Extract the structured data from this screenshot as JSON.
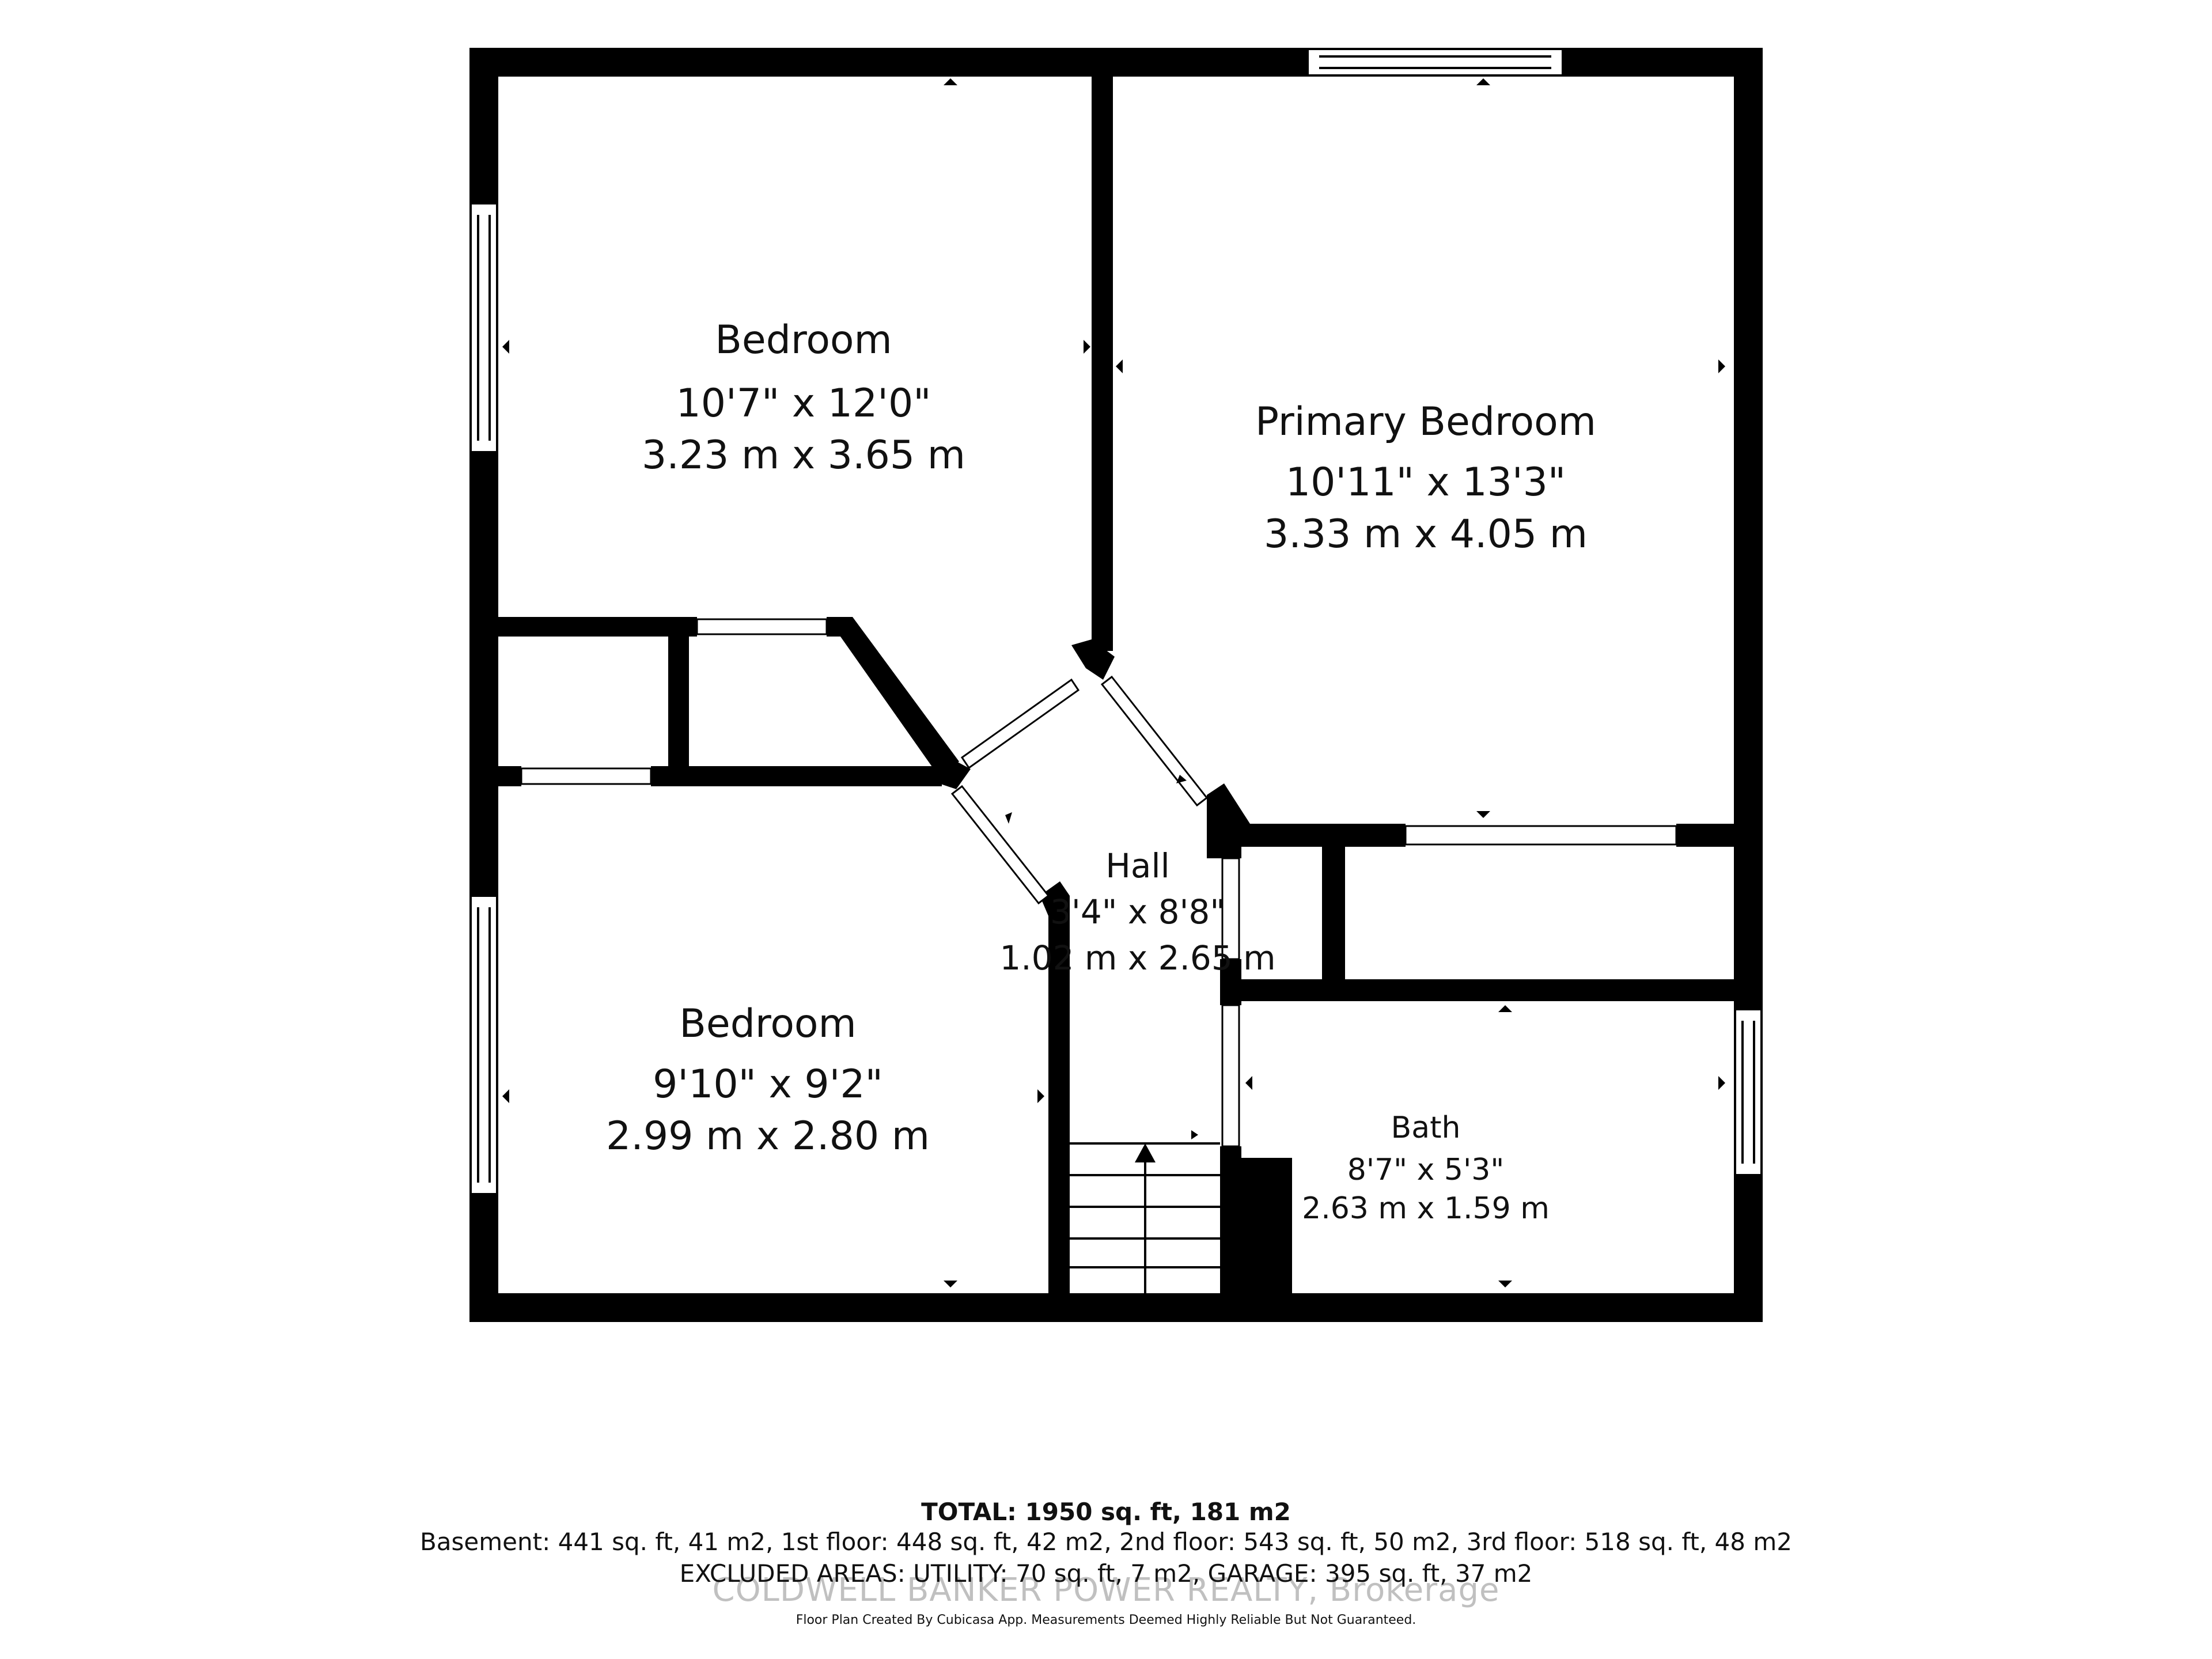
{
  "rooms": [
    {
      "id": "bedroom-1",
      "name": "Bedroom",
      "imperial": "10'7\" x 12'0\"",
      "metric": "3.23 m x 3.65 m"
    },
    {
      "id": "primary-bedroom",
      "name": "Primary Bedroom",
      "imperial": "10'11\" x 13'3\"",
      "metric": "3.33 m x 4.05 m"
    },
    {
      "id": "hall",
      "name": "Hall",
      "imperial": "3'4\" x 8'8\"",
      "metric": "1.02 m x 2.65 m"
    },
    {
      "id": "bedroom-2",
      "name": "Bedroom",
      "imperial": "9'10\" x 9'2\"",
      "metric": "2.99 m x 2.80 m"
    },
    {
      "id": "bath",
      "name": "Bath",
      "imperial": "8'7\" x 5'3\"",
      "metric": "2.63 m x 1.59 m"
    }
  ],
  "footer": {
    "total": "TOTAL: 1950 sq. ft, 181 m2",
    "floors": "Basement: 441 sq. ft, 41 m2, 1st floor: 448 sq. ft, 42 m2, 2nd floor: 543 sq. ft, 50 m2, 3rd floor: 518 sq. ft, 48 m2",
    "excluded": "EXCLUDED AREAS: UTILITY: 70 sq. ft, 7 m2, GARAGE: 395 sq. ft, 37 m2",
    "watermark": "COLDWELL BANKER POWER REALTY, Brokerage",
    "note": "Floor Plan Created By Cubicasa App. Measurements Deemed Highly Reliable But Not Guaranteed."
  },
  "colors": {
    "wall": "#000000",
    "background": "#ffffff",
    "text": "#111111"
  }
}
